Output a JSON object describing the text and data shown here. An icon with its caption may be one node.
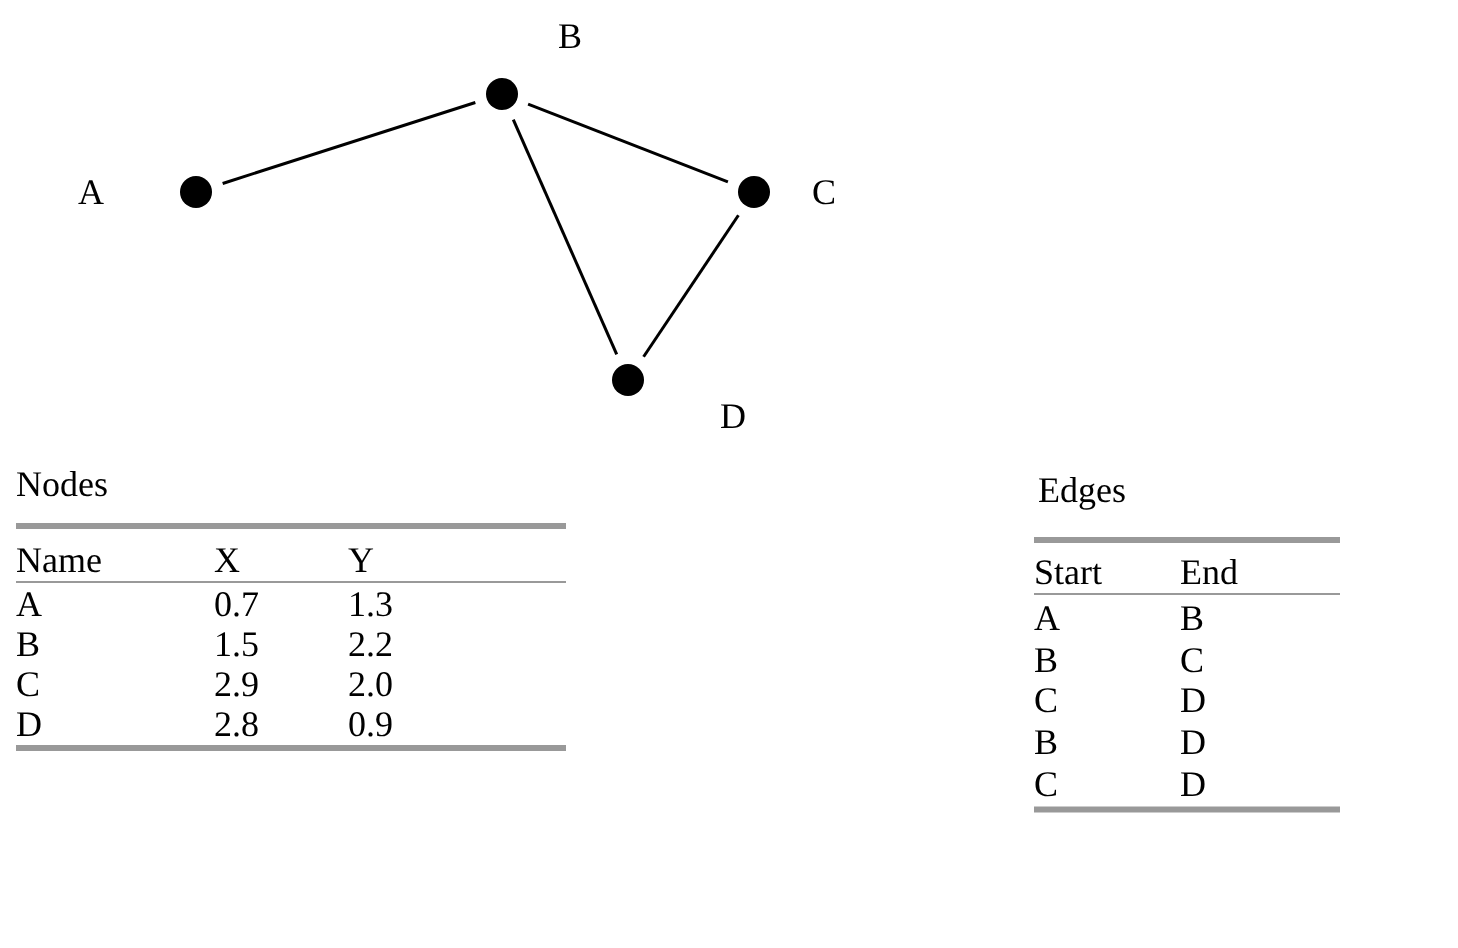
{
  "diagram": {
    "nodes": [
      {
        "text": [],
        "shape": "circle",
        "beside": [
          "A"
        ]
      },
      {
        "text": [],
        "shape": "circle",
        "beside": [
          "B"
        ]
      },
      {
        "text": [],
        "shape": "circle",
        "beside": [
          "C"
        ]
      },
      {
        "text": [],
        "shape": "circle",
        "beside": [
          "D"
        ]
      }
    ],
    "edges": [
      {
        "from": 0,
        "to": 1,
        "arrow": "none"
      },
      {
        "from": 1,
        "to": 2,
        "arrow": "none"
      },
      {
        "from": 2,
        "to": 3,
        "arrow": "none"
      },
      {
        "from": 1,
        "to": 3,
        "arrow": "none"
      }
    ],
    "labels": [
      "Nodes",
      "Name",
      "X",
      "Y",
      "A",
      "0.7",
      "1.3",
      "B",
      "1.5",
      "2.2",
      "C",
      "2.9",
      "2.0",
      "D",
      "2.8",
      "0.9",
      "Edges",
      "Start",
      "End",
      "A",
      "B",
      "B",
      "C",
      "C",
      "D",
      "B",
      "D",
      "C",
      "D"
    ]
  }
}
